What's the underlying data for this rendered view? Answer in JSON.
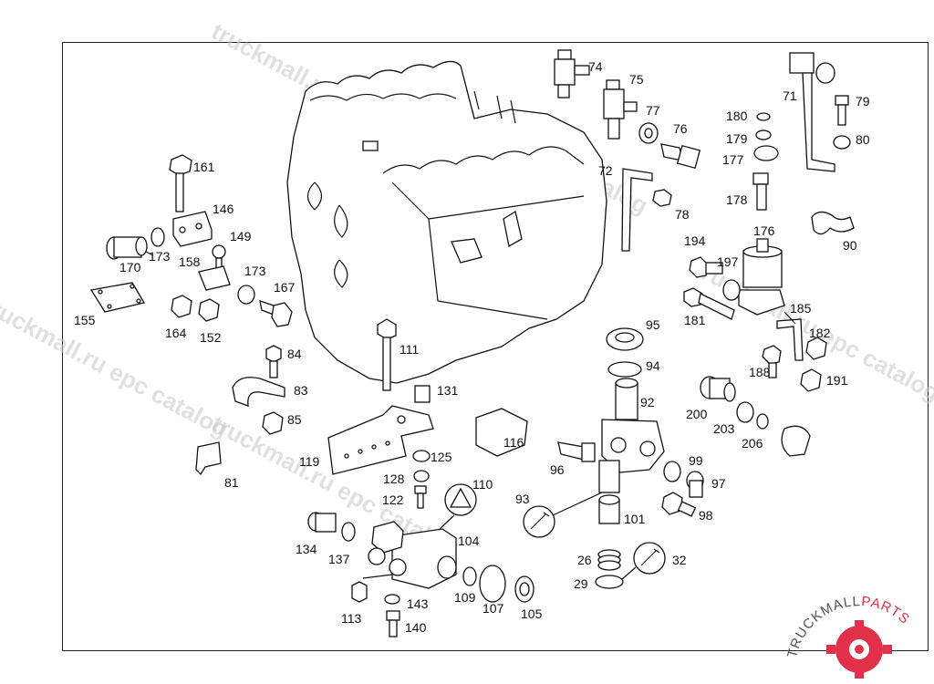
{
  "watermark": {
    "text_a": "truckmall.ru epc catalog",
    "text_b": "truckmall.ru epc catalog",
    "text_c": "truckmall.ru epc catalog",
    "text_d": "truckmall.ru epc catalog",
    "text_e": "truckmall.ru epc catalog"
  },
  "logo": {
    "text_dark": "TRUCKMALL",
    "text_accent": "PARTS",
    "accent_color": "#e0304a",
    "dark_color": "#555555"
  },
  "labels": {
    "l74": "74",
    "l75": "75",
    "l71": "71",
    "l79": "79",
    "l77": "77",
    "l76": "76",
    "l180": "180",
    "l179": "179",
    "l80": "80",
    "l177": "177",
    "l72": "72",
    "l178": "178",
    "l78": "78",
    "l161": "161",
    "l146": "146",
    "l176": "176",
    "l90": "90",
    "l149": "149",
    "l194": "194",
    "l170": "170",
    "l173a": "173",
    "l158": "158",
    "l197": "197",
    "l173b": "173",
    "l167": "167",
    "l155": "155",
    "l185": "185",
    "l164": "164",
    "l152": "152",
    "l181": "181",
    "l95": "95",
    "l182": "182",
    "l111": "111",
    "l84": "84",
    "l188": "188",
    "l94": "94",
    "l191": "191",
    "l83": "83",
    "l131": "131",
    "l92": "92",
    "l85": "85",
    "l200": "200",
    "l203": "203",
    "l206": "206",
    "l116": "116",
    "l119": "119",
    "l125": "125",
    "l96": "96",
    "l99": "99",
    "l81": "81",
    "l128": "128",
    "l97": "97",
    "l110": "110",
    "l122": "122",
    "l93": "93",
    "l101": "101",
    "l98": "98",
    "l134": "134",
    "l104": "104",
    "l137": "137",
    "l26": "26",
    "l32": "32",
    "l29": "29",
    "l109": "109",
    "l107": "107",
    "l143": "143",
    "l113": "113",
    "l105": "105",
    "l140": "140"
  }
}
